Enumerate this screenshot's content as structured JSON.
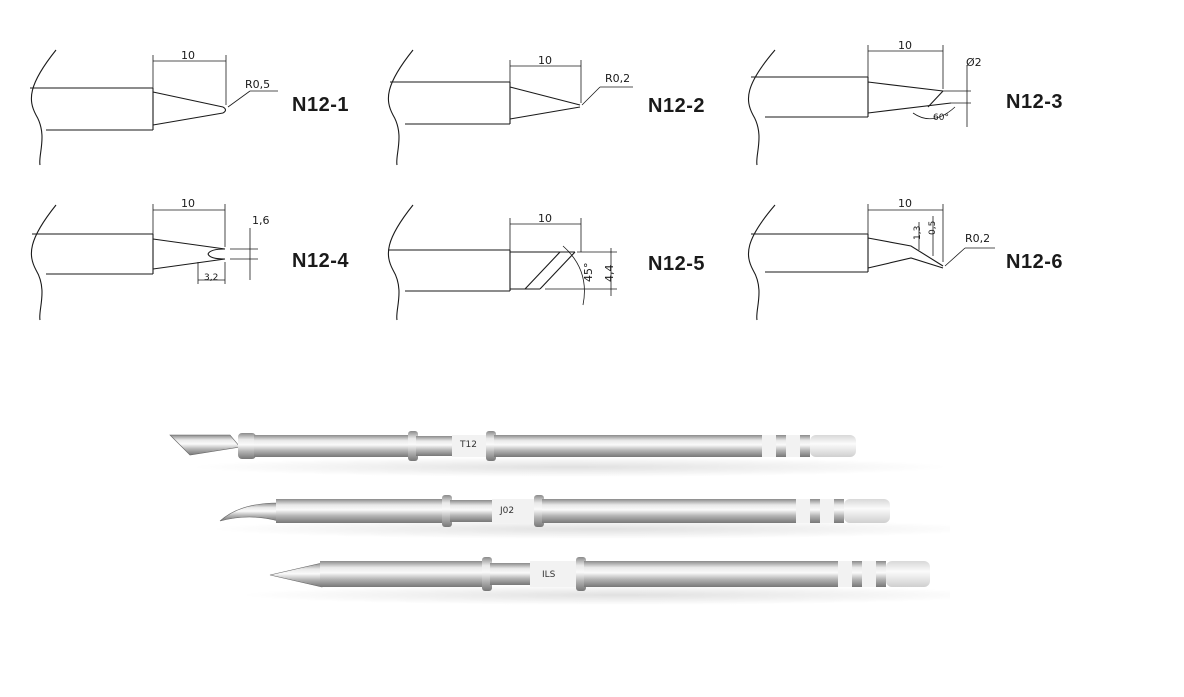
{
  "diagrams": [
    {
      "label": "N12-1",
      "dims": {
        "length": "10",
        "radius": "R0,5"
      }
    },
    {
      "label": "N12-2",
      "dims": {
        "length": "10",
        "radius": "R0,2"
      }
    },
    {
      "label": "N12-3",
      "dims": {
        "length": "10",
        "diameter": "Ø2",
        "angle": "60°"
      }
    },
    {
      "label": "N12-4",
      "dims": {
        "length": "10",
        "width": "1,6",
        "tip": "3,2"
      }
    },
    {
      "label": "N12-5",
      "dims": {
        "length": "10",
        "angle": "45°",
        "width": "4,4"
      }
    },
    {
      "label": "N12-6",
      "dims": {
        "length": "10",
        "a": "1,3",
        "b": "0,5",
        "radius": "R0,2"
      }
    }
  ],
  "photo": {
    "tips": [
      {
        "name": "knife-tip",
        "band_text": "T12"
      },
      {
        "name": "bent-tip",
        "band_text": "J02"
      },
      {
        "name": "conical-tip",
        "band_text": "ILS"
      }
    ],
    "colors": {
      "steel_light": "#e9e9e9",
      "steel_dark": "#8a8a8a",
      "band": "#f2f2f2"
    }
  }
}
